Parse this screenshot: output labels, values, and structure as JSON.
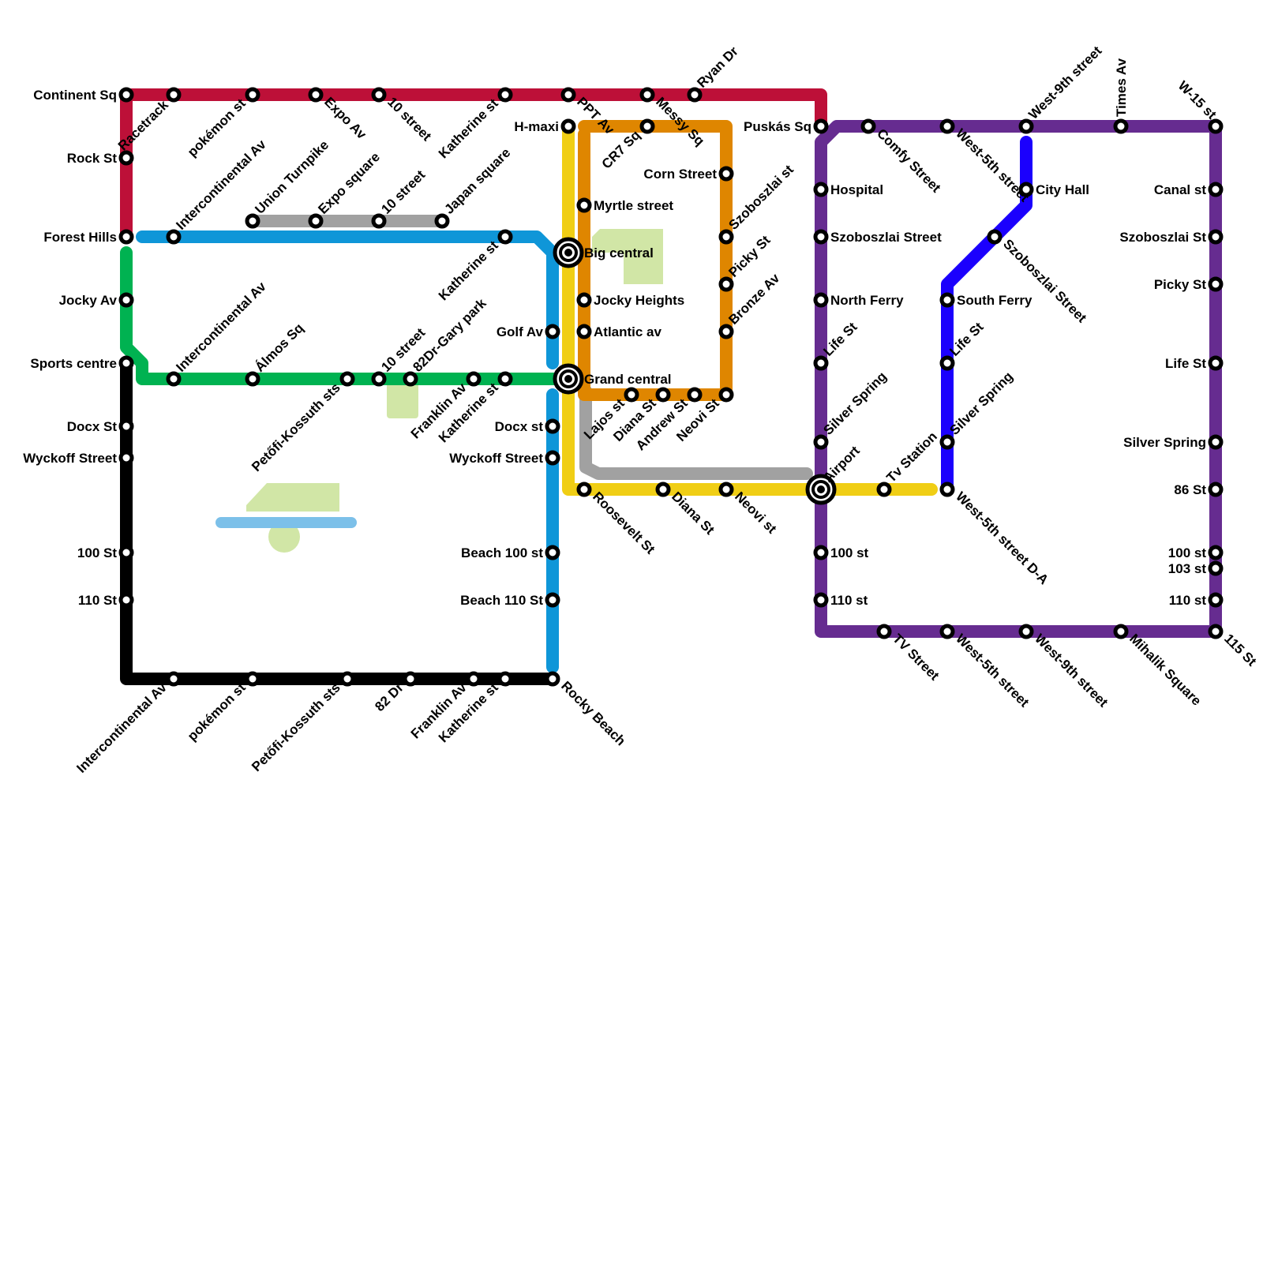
{
  "colors": {
    "red": "#bd1038",
    "blue": "#0f96d8",
    "green": "#00b251",
    "black": "#000000",
    "yellow": "#f0ce15",
    "orange": "#df8600",
    "gray": "#a1a1a1",
    "purple": "#662c90",
    "navy": "#1b00fd",
    "park": "#d1e6a6",
    "water": "#7cc0e9"
  },
  "stations": {
    "continent_sq": "Continent Sq",
    "racetrack": "Racetrack",
    "rock_st": "Rock St",
    "forest_hills": "Forest Hills",
    "pokemon_st_top": "pokémon st",
    "expo_av": "Expo Av",
    "ten_street_top": "10 street",
    "katherine_st_top": "Katherine st",
    "intercontinental_av_1": "Intercontinental Av",
    "union_turnpike": "Union Turnpike",
    "expo_square": "Expo square",
    "ten_street_mid": "10 street",
    "japan_square": "Japan square",
    "katherine_st_mid": "Katherine st",
    "jocky_av": "Jocky Av",
    "sports_centre": "Sports centre",
    "intercontinental_av_2": "Intercontinental Av",
    "almos_sq": "Álmos Sq",
    "petofi_kossuth_sts_mid": "Petőfi-Kossuth sts",
    "ten_street_low": "10 street",
    "gary_park": "82Dr-Gary park",
    "franklin_av_mid": "Franklin Av",
    "katherine_st_low": "Katherine st",
    "docx_st_left": "Docx St",
    "wyckoff_street_left": "Wyckoff Street",
    "st_100_left": "100 St",
    "st_110_left": "110 St",
    "intercontinental_av_bottom": "Intercontinental Av",
    "pokemon_st_bottom": "pokémon st",
    "petofi_kossuth_sts_bottom": "Petőfi-Kossuth sts",
    "dr_82": "82 Dr",
    "franklin_av_bottom": "Franklin Av",
    "katherine_st_bottom": "Katherine st",
    "rocky_beach": "Rocky Beach",
    "golf_av": "Golf Av",
    "docx_st_center": "Docx st",
    "wyckoff_street_center": "Wyckoff Street",
    "beach_100_st": "Beach 100 st",
    "beach_110_st": "Beach 110 St",
    "ppt_av": "PPT Av",
    "h_maxi": "H-maxi",
    "myrtle_street": "Myrtle street",
    "big_central": "Big central",
    "jocky_heights": "Jocky Heights",
    "atlantic_av": "Atlantic av",
    "grand_central": "Grand central",
    "messy_sq": "Messy Sq",
    "cr7_sq": "CR7 Sq",
    "ryan_dr": "Ryan Dr",
    "corn_street": "Corn Street",
    "szoboszlai_st_orange": "Szoboszlai st",
    "picky_st_orange": "Picky St",
    "bronze_av": "Bronze Av",
    "lajos_st": "Lajos st",
    "diana_st_orange": "Diana St",
    "andrew_st": "Andrew St",
    "neovi_st_orange": "Neovi St",
    "roosevelt_st": "Roosevelt St",
    "diana_st_bottom": "Diana St",
    "neovi_st_bottom": "Neovi st",
    "puskas_sq": "Puskás Sq",
    "hospital": "Hospital",
    "szoboszlai_street_purple": "Szoboszlai Street",
    "north_ferry": "North Ferry",
    "life_st_purple": "Life St",
    "silver_spring_purple": "Silver Spring",
    "airport": "Airport",
    "tv_station": "Tv Station",
    "st_100_purple": "100 st",
    "st_110_purple": "110 st",
    "comfy_street": "Comfy Street",
    "west_5th_street_top": "West-5th street",
    "west_9th_street_top": "West-9th street",
    "city_hall": "City Hall",
    "szoboszlai_street_navy": "Szoboszlai Street",
    "south_ferry": "South Ferry",
    "life_st_navy": "Life St",
    "silver_spring_navy": "Silver Spring",
    "west_5th_street_da": "West-5th street D-A",
    "times_av": "Times Av",
    "w_15_st": "W-15 st",
    "canal_st": "Canal st",
    "szoboszlai_st_right": "Szoboszlai St",
    "picky_st_right": "Picky St",
    "life_st_right": "Life St",
    "silver_spring_right": "Silver Spring",
    "st_86": "86 St",
    "st_100_right": "100 st",
    "st_103": "103 st",
    "st_110_right": "110 st",
    "st_115": "115 St",
    "tv_street": "TV Street",
    "west_5th_street_bottom": "West-5th street",
    "west_9th_street_bottom": "West-9th street",
    "mihalik_square": "Mihalik Square"
  }
}
